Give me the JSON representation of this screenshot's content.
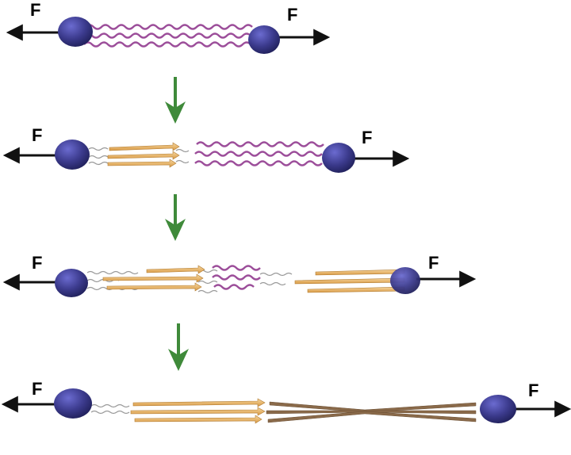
{
  "force_label": "F",
  "stages": [
    {
      "name": "stage-1",
      "segments": [
        "helix"
      ]
    },
    {
      "name": "stage-2",
      "segments": [
        "sheet",
        "helix"
      ]
    },
    {
      "name": "stage-3",
      "segments": [
        "sheet",
        "helix",
        "sheet"
      ]
    },
    {
      "name": "stage-4",
      "segments": [
        "sheet",
        "sheet-dark"
      ]
    }
  ],
  "colors": {
    "helix": "#9c4e9a",
    "sheet": "#e8b46a",
    "sheet_dark": "#8a6a4a",
    "bead": "#3b3a8c",
    "bead_highlight": "#6b6bd0",
    "force_arrow": "#111111",
    "transition_arrow": "#3f8a3a",
    "linker": "#9a9a9a"
  }
}
